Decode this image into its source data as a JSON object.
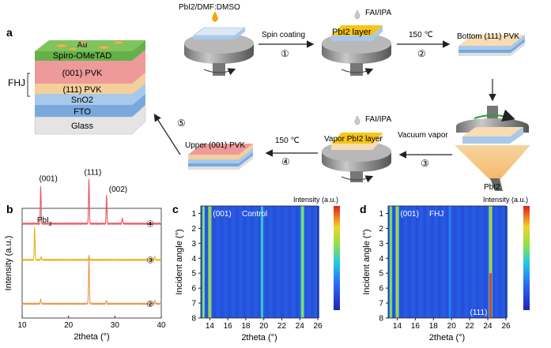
{
  "panel_a": {
    "letter": "a",
    "stack_layers": [
      {
        "label": "Au"
      },
      {
        "label": "Spiro-OMeTAD"
      },
      {
        "label": "(001) PVK"
      },
      {
        "label": "(111) PVK"
      },
      {
        "label": "SnO2"
      },
      {
        "label": "FTO"
      },
      {
        "label": "Glass"
      }
    ],
    "fhj_label": "FHJ",
    "precursor_label": "PbI2/DMF:DMSO",
    "fai_label_1": "FAI/IPA",
    "fai_label_2": "FAI/IPA",
    "step_spin": "Spin coating",
    "step_1": "①",
    "layer_pbi2": "PbI2 layer",
    "step_heat_1": "150 ℃",
    "step_2": "②",
    "layer_bottom": "Bottom (111) PVK",
    "step_vacuum": "Vacuum vapor",
    "step_3": "③",
    "pbi2_source": "PbI2",
    "layer_vapor": "Vapor PbI2 layer",
    "step_heat_2": "150 ℃",
    "step_4": "④",
    "layer_upper": "Upper (001) PVK",
    "step_5": "⑤",
    "colors": {
      "au": "#d8b75a",
      "spiro": "#66b04a",
      "pvk001": "#ee9a9a",
      "pvk111": "#f4cf9c",
      "sno2": "#a9c9ea",
      "fto": "#79a9dc",
      "glass": "#e4e4e4",
      "pbi2": "#f6c51a"
    }
  },
  "chart_data": [
    {
      "panel": "b",
      "type": "line",
      "xlabel": "2theta (°)",
      "ylabel": "Intensity (a.u.)",
      "xlim": [
        10,
        40
      ],
      "xticks": [
        10,
        20,
        30,
        40
      ],
      "series": [
        {
          "name": "④",
          "color": "#e8585e",
          "baseline": 0.86,
          "peaks": [
            {
              "x": 14.0,
              "h": 0.34
            },
            {
              "x": 24.4,
              "h": 0.41
            },
            {
              "x": 28.2,
              "h": 0.26
            },
            {
              "x": 31.6,
              "h": 0.05
            }
          ]
        },
        {
          "name": "③",
          "color": "#e8b422",
          "baseline": 0.53,
          "peaks": [
            {
              "x": 12.7,
              "h": 0.3
            },
            {
              "x": 14.1,
              "h": 0.03
            },
            {
              "x": 24.4,
              "h": 0.03
            },
            {
              "x": 38.6,
              "h": 0.03
            }
          ]
        },
        {
          "name": "②",
          "color": "#e49a52",
          "baseline": 0.13,
          "peaks": [
            {
              "x": 14.0,
              "h": 0.04
            },
            {
              "x": 24.4,
              "h": 0.44
            },
            {
              "x": 28.2,
              "h": 0.03
            },
            {
              "x": 38.6,
              "h": 0.03
            }
          ]
        }
      ],
      "annotations": [
        "(001)",
        "(111)",
        "(002)",
        "PbI2"
      ]
    },
    {
      "panel": "c",
      "type": "heatmap",
      "title": "Control",
      "xlabel": "2theta (°)",
      "ylabel": "Incident angle (°)",
      "xlim": [
        13,
        26
      ],
      "ylim": [
        0.5,
        8
      ],
      "xticks": [
        14,
        16,
        18,
        20,
        22,
        24,
        26
      ],
      "yticks": [
        1,
        2,
        3,
        4,
        5,
        6,
        7,
        8
      ],
      "bands": [
        {
          "x": 13.3,
          "w": 0.22,
          "i": 0.75
        },
        {
          "x": 14.0,
          "w": 0.28,
          "i": 0.85
        },
        {
          "x": 19.8,
          "w": 0.22,
          "i": 0.55
        },
        {
          "x": 24.3,
          "w": 0.3,
          "i": 0.7
        }
      ],
      "annotations": [
        "(001)"
      ],
      "colorbar_label": "Intensity (a.u.)"
    },
    {
      "panel": "d",
      "type": "heatmap",
      "title": "FHJ",
      "xlabel": "2theta (°)",
      "ylabel": "Incident angle (°)",
      "xlim": [
        13,
        26
      ],
      "ylim": [
        0.5,
        8
      ],
      "xticks": [
        14,
        16,
        18,
        20,
        22,
        24,
        26
      ],
      "yticks": [
        1,
        2,
        3,
        4,
        5,
        6,
        7,
        8
      ],
      "bands": [
        {
          "x": 13.3,
          "w": 0.22,
          "i": 0.75
        },
        {
          "x": 14.0,
          "w": 0.28,
          "i": 0.85
        },
        {
          "x": 19.8,
          "w": 0.2,
          "i": 0.3
        },
        {
          "x": 24.3,
          "w": 0.3,
          "i": 0.85
        }
      ],
      "hotspot": {
        "x": 24.3,
        "y_from": 5.0,
        "y_to": 8.0
      },
      "annotations": [
        "(001)",
        "(111)"
      ],
      "colorbar_label": "Intensity (a.u.)"
    }
  ]
}
